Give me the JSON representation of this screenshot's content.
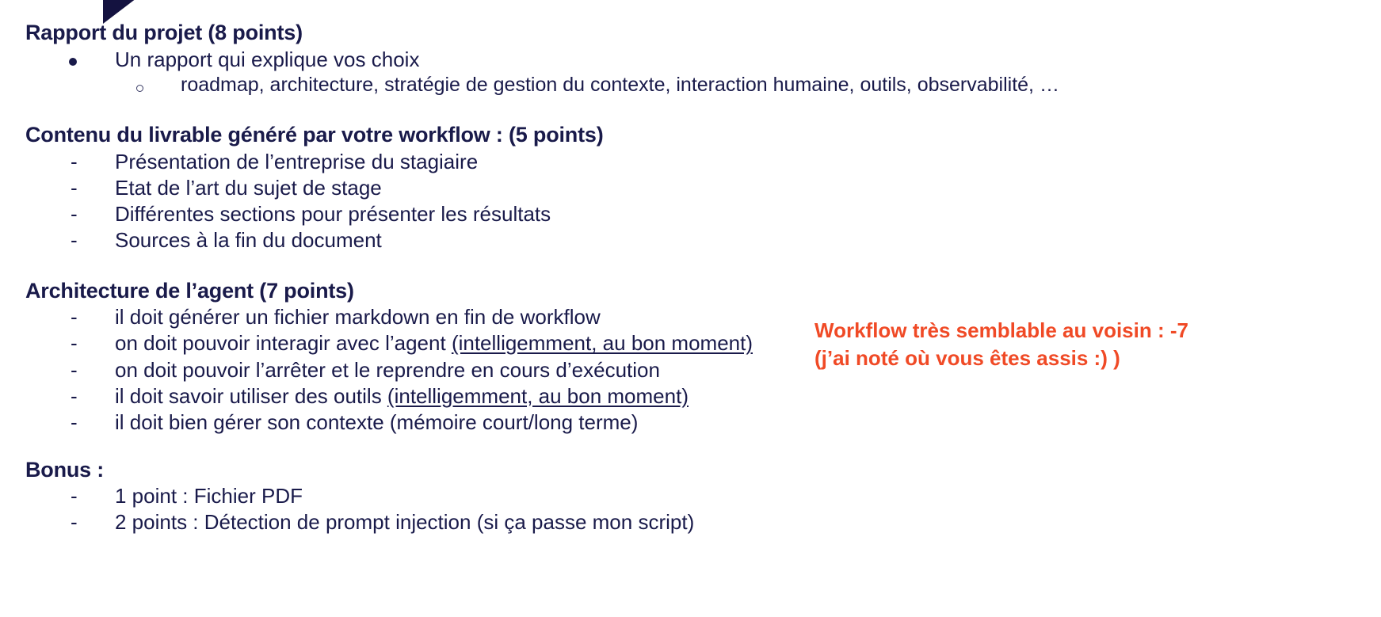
{
  "slide": {
    "decoration": "triangle-navy-top-left",
    "text_color": "#191A4A",
    "annotation_color": "#F04A26",
    "background": "#FFFFFF"
  },
  "sections": [
    {
      "heading": "Rapport du projet  (8 points)",
      "bullets": [
        {
          "level": 1,
          "marker": "dot",
          "text": "Un rapport qui explique vos choix"
        },
        {
          "level": 2,
          "marker": "circle",
          "text": "roadmap, architecture, stratégie de gestion du contexte, interaction humaine, outils, observabilité, …"
        }
      ]
    },
    {
      "heading": "Contenu du livrable généré par votre workflow : (5 points)",
      "bullets": [
        {
          "level": 1,
          "marker": "dash",
          "text": "Présentation de l’entreprise du stagiaire"
        },
        {
          "level": 1,
          "marker": "dash",
          "text": "Etat de l’art du sujet de stage"
        },
        {
          "level": 1,
          "marker": "dash",
          "text": "Différentes sections pour présenter les résultats"
        },
        {
          "level": 1,
          "marker": "dash",
          "text": "Sources à la fin du document"
        }
      ]
    },
    {
      "heading": "Architecture de l’agent (7 points)",
      "bullets": [
        {
          "level": 1,
          "marker": "dash",
          "text": "il doit générer un fichier markdown en fin de workflow"
        },
        {
          "level": 1,
          "marker": "dash",
          "prefix": "on doit pouvoir interagir avec l’agent ",
          "underlined": "(intelligemment, au bon moment)",
          "suffix": ""
        },
        {
          "level": 1,
          "marker": "dash",
          "text": "on doit pouvoir l’arrêter et le reprendre en cours d’exécution"
        },
        {
          "level": 1,
          "marker": "dash",
          "prefix": "il doit savoir utiliser des outils ",
          "underlined": "(intelligemment, au bon moment)",
          "suffix": ""
        },
        {
          "level": 1,
          "marker": "dash",
          "text": "il doit bien gérer son contexte (mémoire court/long terme)"
        }
      ]
    },
    {
      "heading": "Bonus :",
      "bullets": [
        {
          "level": 1,
          "marker": "dash",
          "text": "1 point : Fichier PDF"
        },
        {
          "level": 1,
          "marker": "dash",
          "text": "2 points : Détection de prompt injection (si ça passe mon script)"
        }
      ]
    }
  ],
  "annotation": {
    "line1": "Workflow très semblable au voisin : -7",
    "line2": "(j’ai noté où vous êtes assis :) )"
  }
}
